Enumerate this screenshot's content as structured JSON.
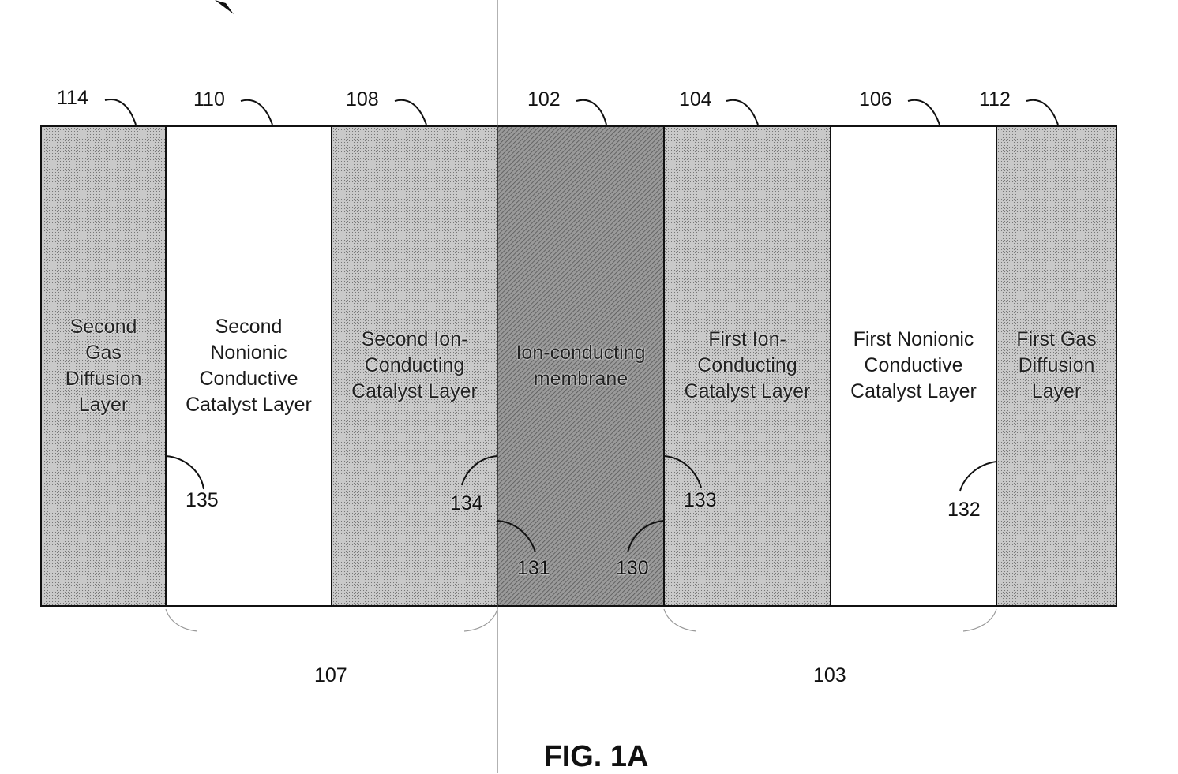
{
  "figure": {
    "caption": "FIG. 1A"
  },
  "layers": [
    {
      "id": "114",
      "label": "Second\nGas\nDiffusion\nLayer",
      "fill": "dots"
    },
    {
      "id": "110",
      "label": "Second\nNonionic\nConductive\nCatalyst Layer",
      "fill": "white"
    },
    {
      "id": "108",
      "label": "Second Ion-\nConducting\nCatalyst Layer",
      "fill": "dots"
    },
    {
      "id": "102",
      "label": "Ion-conducting\nmembrane",
      "fill": "hatch"
    },
    {
      "id": "104",
      "label": "First Ion-\nConducting\nCatalyst Layer",
      "fill": "dots"
    },
    {
      "id": "106",
      "label": "First Nonionic\nConductive\nCatalyst Layer",
      "fill": "white"
    },
    {
      "id": "112",
      "label": "First Gas\nDiffusion\nLayer",
      "fill": "dots"
    }
  ],
  "interfaces": [
    {
      "id": "135"
    },
    {
      "id": "134"
    },
    {
      "id": "131"
    },
    {
      "id": "130"
    },
    {
      "id": "133"
    },
    {
      "id": "132"
    }
  ],
  "groups": [
    {
      "id": "107"
    },
    {
      "id": "103"
    }
  ],
  "colors": {
    "outline": "#111111",
    "dot_fill": "#c9c9c9",
    "dot_ink": "#7a7a7a",
    "membrane_fill": "#8a8a8a",
    "white": "#ffffff"
  }
}
